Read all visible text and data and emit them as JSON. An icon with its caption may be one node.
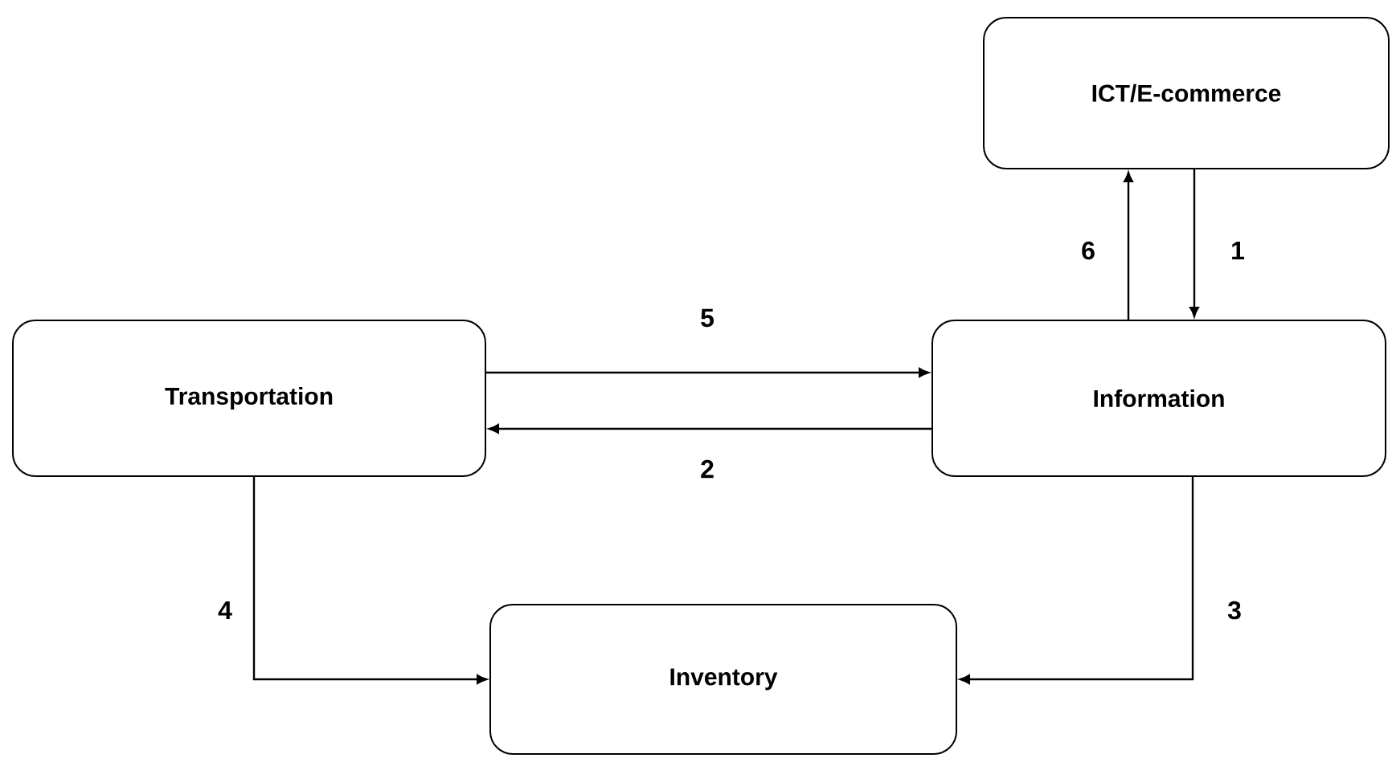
{
  "diagram": {
    "nodes": [
      {
        "text": [
          "ICT/E-commerce"
        ]
      },
      {
        "text": [
          "Transportation"
        ]
      },
      {
        "text": [
          "Information"
        ]
      },
      {
        "text": [
          "Inventory"
        ]
      }
    ],
    "edges": [
      {
        "from": 0,
        "to": 2,
        "arrow": "to",
        "label": "1"
      },
      {
        "from": 2,
        "to": 1,
        "arrow": "to",
        "label": "2"
      },
      {
        "from": 2,
        "to": 3,
        "arrow": "to",
        "label": "3"
      },
      {
        "from": 1,
        "to": 3,
        "arrow": "to",
        "label": "4"
      },
      {
        "from": 1,
        "to": 2,
        "arrow": "to",
        "label": "5"
      },
      {
        "from": 2,
        "to": 0,
        "arrow": "to",
        "label": "6"
      }
    ]
  }
}
